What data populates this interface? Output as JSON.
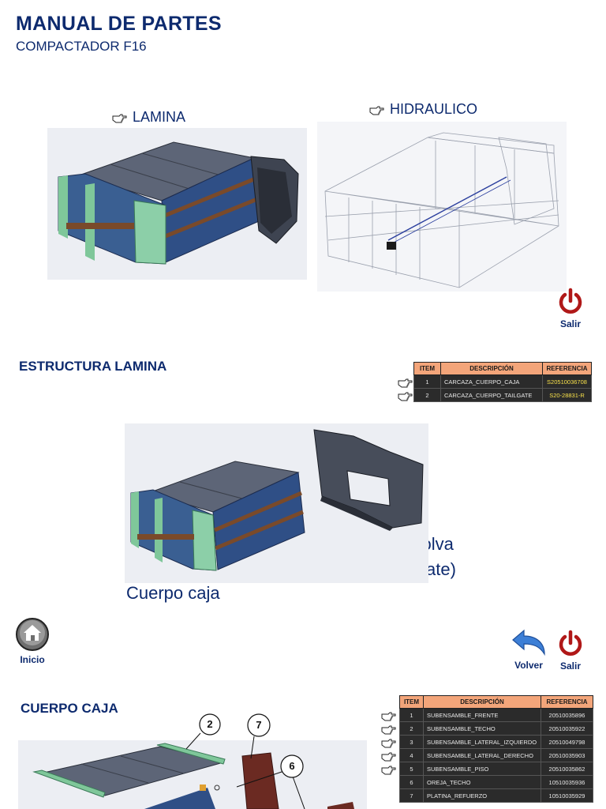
{
  "header": {
    "title": "MANUAL DE PARTES",
    "subtitle": "COMPACTADOR F16"
  },
  "links": {
    "lamina": "LAMINA",
    "hidraulico": "HIDRAULICO"
  },
  "buttons": {
    "salir": "Salir",
    "inicio": "Inicio",
    "volver": "Volver"
  },
  "sections": {
    "estructura": {
      "title": "ESTRUCTURA LAMINA",
      "columns": [
        "ITEM",
        "DESCRIPCIÓN",
        "REFERENCIA"
      ],
      "rows": [
        {
          "item": "1",
          "desc": "CARCAZA_CUERPO_CAJA",
          "ref": "S20510036708"
        },
        {
          "item": "2",
          "desc": "CARCAZA_CUERPO_TAILGATE",
          "ref": "S20-28831-R"
        }
      ],
      "captions": {
        "tolva_a": "o tolva",
        "tolva_b": "ate)",
        "cuerpo": "Cuerpo caja"
      }
    },
    "cuerpo": {
      "title": "CUERPO CAJA",
      "columns": [
        "ITEM",
        "DESCRIPCIÓN",
        "REFERENCIA"
      ],
      "rows": [
        {
          "item": "1",
          "desc": "SUBENSAMBLE_FRENTE",
          "ref": "20510035896"
        },
        {
          "item": "2",
          "desc": "SUBENSAMBLE_TECHO",
          "ref": "20510035922"
        },
        {
          "item": "3",
          "desc": "SUBENSAMBLE_LATERAL_IZQUIERDO",
          "ref": "20510049798"
        },
        {
          "item": "4",
          "desc": "SUBENSAMBLE_LATERAL_DERECHO",
          "ref": "20510035903"
        },
        {
          "item": "5",
          "desc": "SUBENSAMBLE_PISO",
          "ref": "20510035862"
        },
        {
          "item": "6",
          "desc": "OREJA_TECHO",
          "ref": "10510035936"
        },
        {
          "item": "7",
          "desc": "PLATINA_REFUERZO",
          "ref": "10510035929"
        }
      ],
      "callouts": [
        "2",
        "7",
        "6"
      ]
    }
  }
}
